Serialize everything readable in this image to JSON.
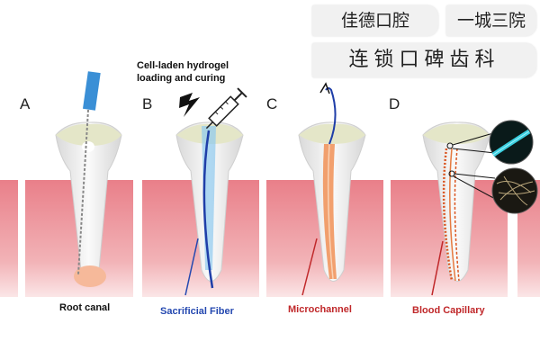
{
  "panels": [
    {
      "letter": "A",
      "caption": "Root canal"
    },
    {
      "letter": "B",
      "caption": "Sacrificial Fiber"
    },
    {
      "letter": "C",
      "caption": "Microchannel"
    },
    {
      "letter": "D",
      "caption": "Blood Capillary"
    }
  ],
  "note": {
    "line1": "Cell-laden hydrogel",
    "line2": "loading and curing"
  },
  "watermark": {
    "name": "佳德口腔",
    "branch": "一城三院",
    "slogan": "连锁口碑齿科"
  },
  "colors": {
    "gum": "#e9868f",
    "gum_light": "#f6c9cc",
    "tooth": "#ececec",
    "crown": "#e4e6c8",
    "file_handle": "#3a8fd6",
    "fiber": "#1f3ea8",
    "fiber_glow": "#8ec9ee",
    "channel": "#f08a4b",
    "capillary": "#d9531e",
    "sacrificial_text": "#2448b0",
    "red_text": "#c0282a"
  }
}
